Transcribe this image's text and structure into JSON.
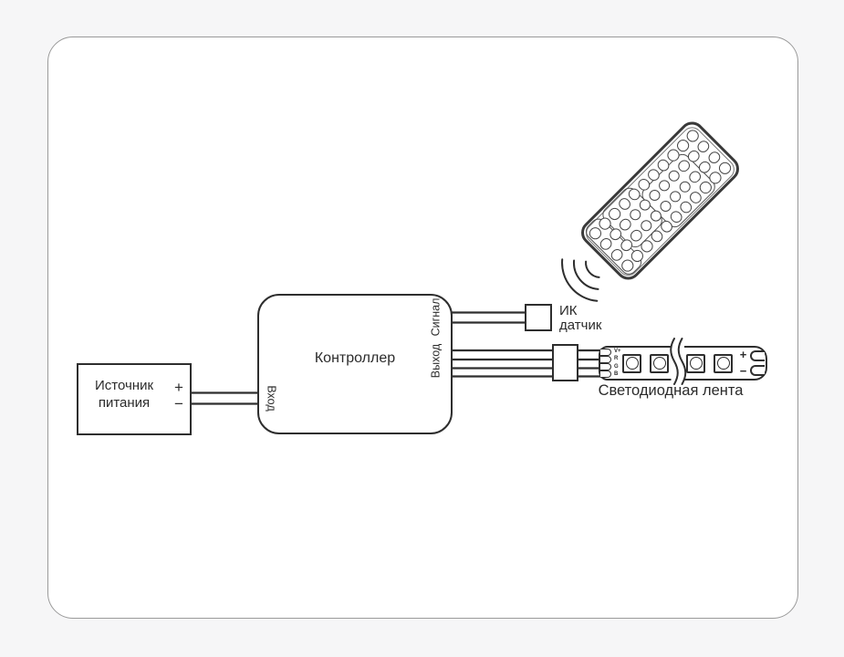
{
  "colors": {
    "line": "#2e2e2e",
    "background": "#f6f6f7",
    "panel": "#ffffff"
  },
  "power_supply": {
    "label_line1": "Источник",
    "label_line2": "питания",
    "plus": "+",
    "minus": "−"
  },
  "controller": {
    "label": "Контроллер",
    "input_label": "Вход",
    "signal_label": "Сигнал",
    "output_label": "Выход"
  },
  "ir_sensor": {
    "label_line1": "ИК",
    "label_line2": "датчик"
  },
  "led_strip": {
    "label": "Светодиодная лента",
    "pad_labels": [
      "V+",
      "R",
      "G",
      "B"
    ],
    "plus": "+",
    "minus": "−",
    "led_count": 4
  },
  "remote": {
    "grid_rows": 11,
    "grid_cols": 4
  }
}
